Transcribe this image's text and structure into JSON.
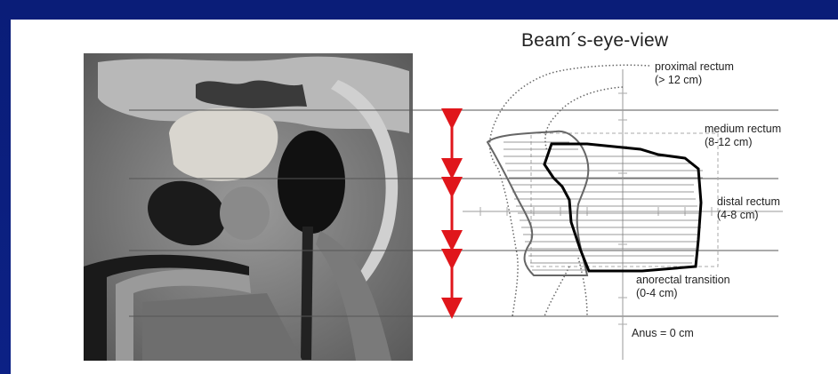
{
  "diagram": {
    "title": "Beam´s-eye-view",
    "labels": {
      "proximal": {
        "name": "proximal rectum",
        "range": "(> 12 cm)"
      },
      "medium": {
        "name": "medium rectum",
        "range": "(8-12 cm)"
      },
      "distal": {
        "name": "distal rectum",
        "range": "(4-8 cm)"
      },
      "anorectal": {
        "name": "anorectal transition",
        "range": "(0-4 cm)"
      },
      "anus": "Anus = 0 cm"
    },
    "colors": {
      "background": "#0b1f7a",
      "arrow": "#e0161b",
      "mri_dark": "#111111"
    }
  }
}
